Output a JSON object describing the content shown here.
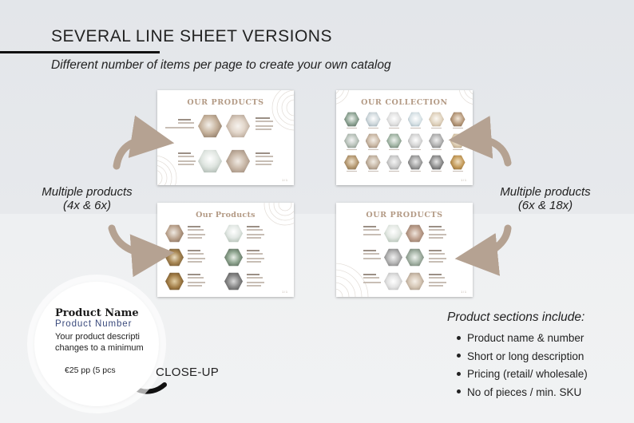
{
  "heading": "SEVERAL LINE SHEET VERSIONS",
  "subheading": "Different number of items per page to create your own catalog",
  "left_label": {
    "line1": "Multiple products",
    "line2": "(4x & 6x)"
  },
  "right_label": {
    "line1": "Multiple products",
    "line2": "(6x & 18x)"
  },
  "sheets": {
    "top_left_title": "OUR PRODUCTS",
    "top_right_title": "OUR COLLECTION",
    "bottom_left_title": "Our Products",
    "bottom_right_title": "OUR PRODUCTS",
    "page_number": "1 / 1"
  },
  "closeup": {
    "name": "Product Name",
    "number": "Product Number",
    "desc_line1": "Your product descripti",
    "desc_line2": "changes to a minimum",
    "price": "€25 pp (5 pcs",
    "label": "CLOSE-UP"
  },
  "sections": {
    "title": "Product sections include:",
    "items": [
      "Product name & number",
      "Short or long description",
      "Pricing (retail/ wholesale)",
      "No of pieces / min. SKU"
    ]
  },
  "colors": {
    "sheet_title": "#b39a85",
    "arrow": "#b5a292",
    "accent_number": "#3a4a7c"
  }
}
